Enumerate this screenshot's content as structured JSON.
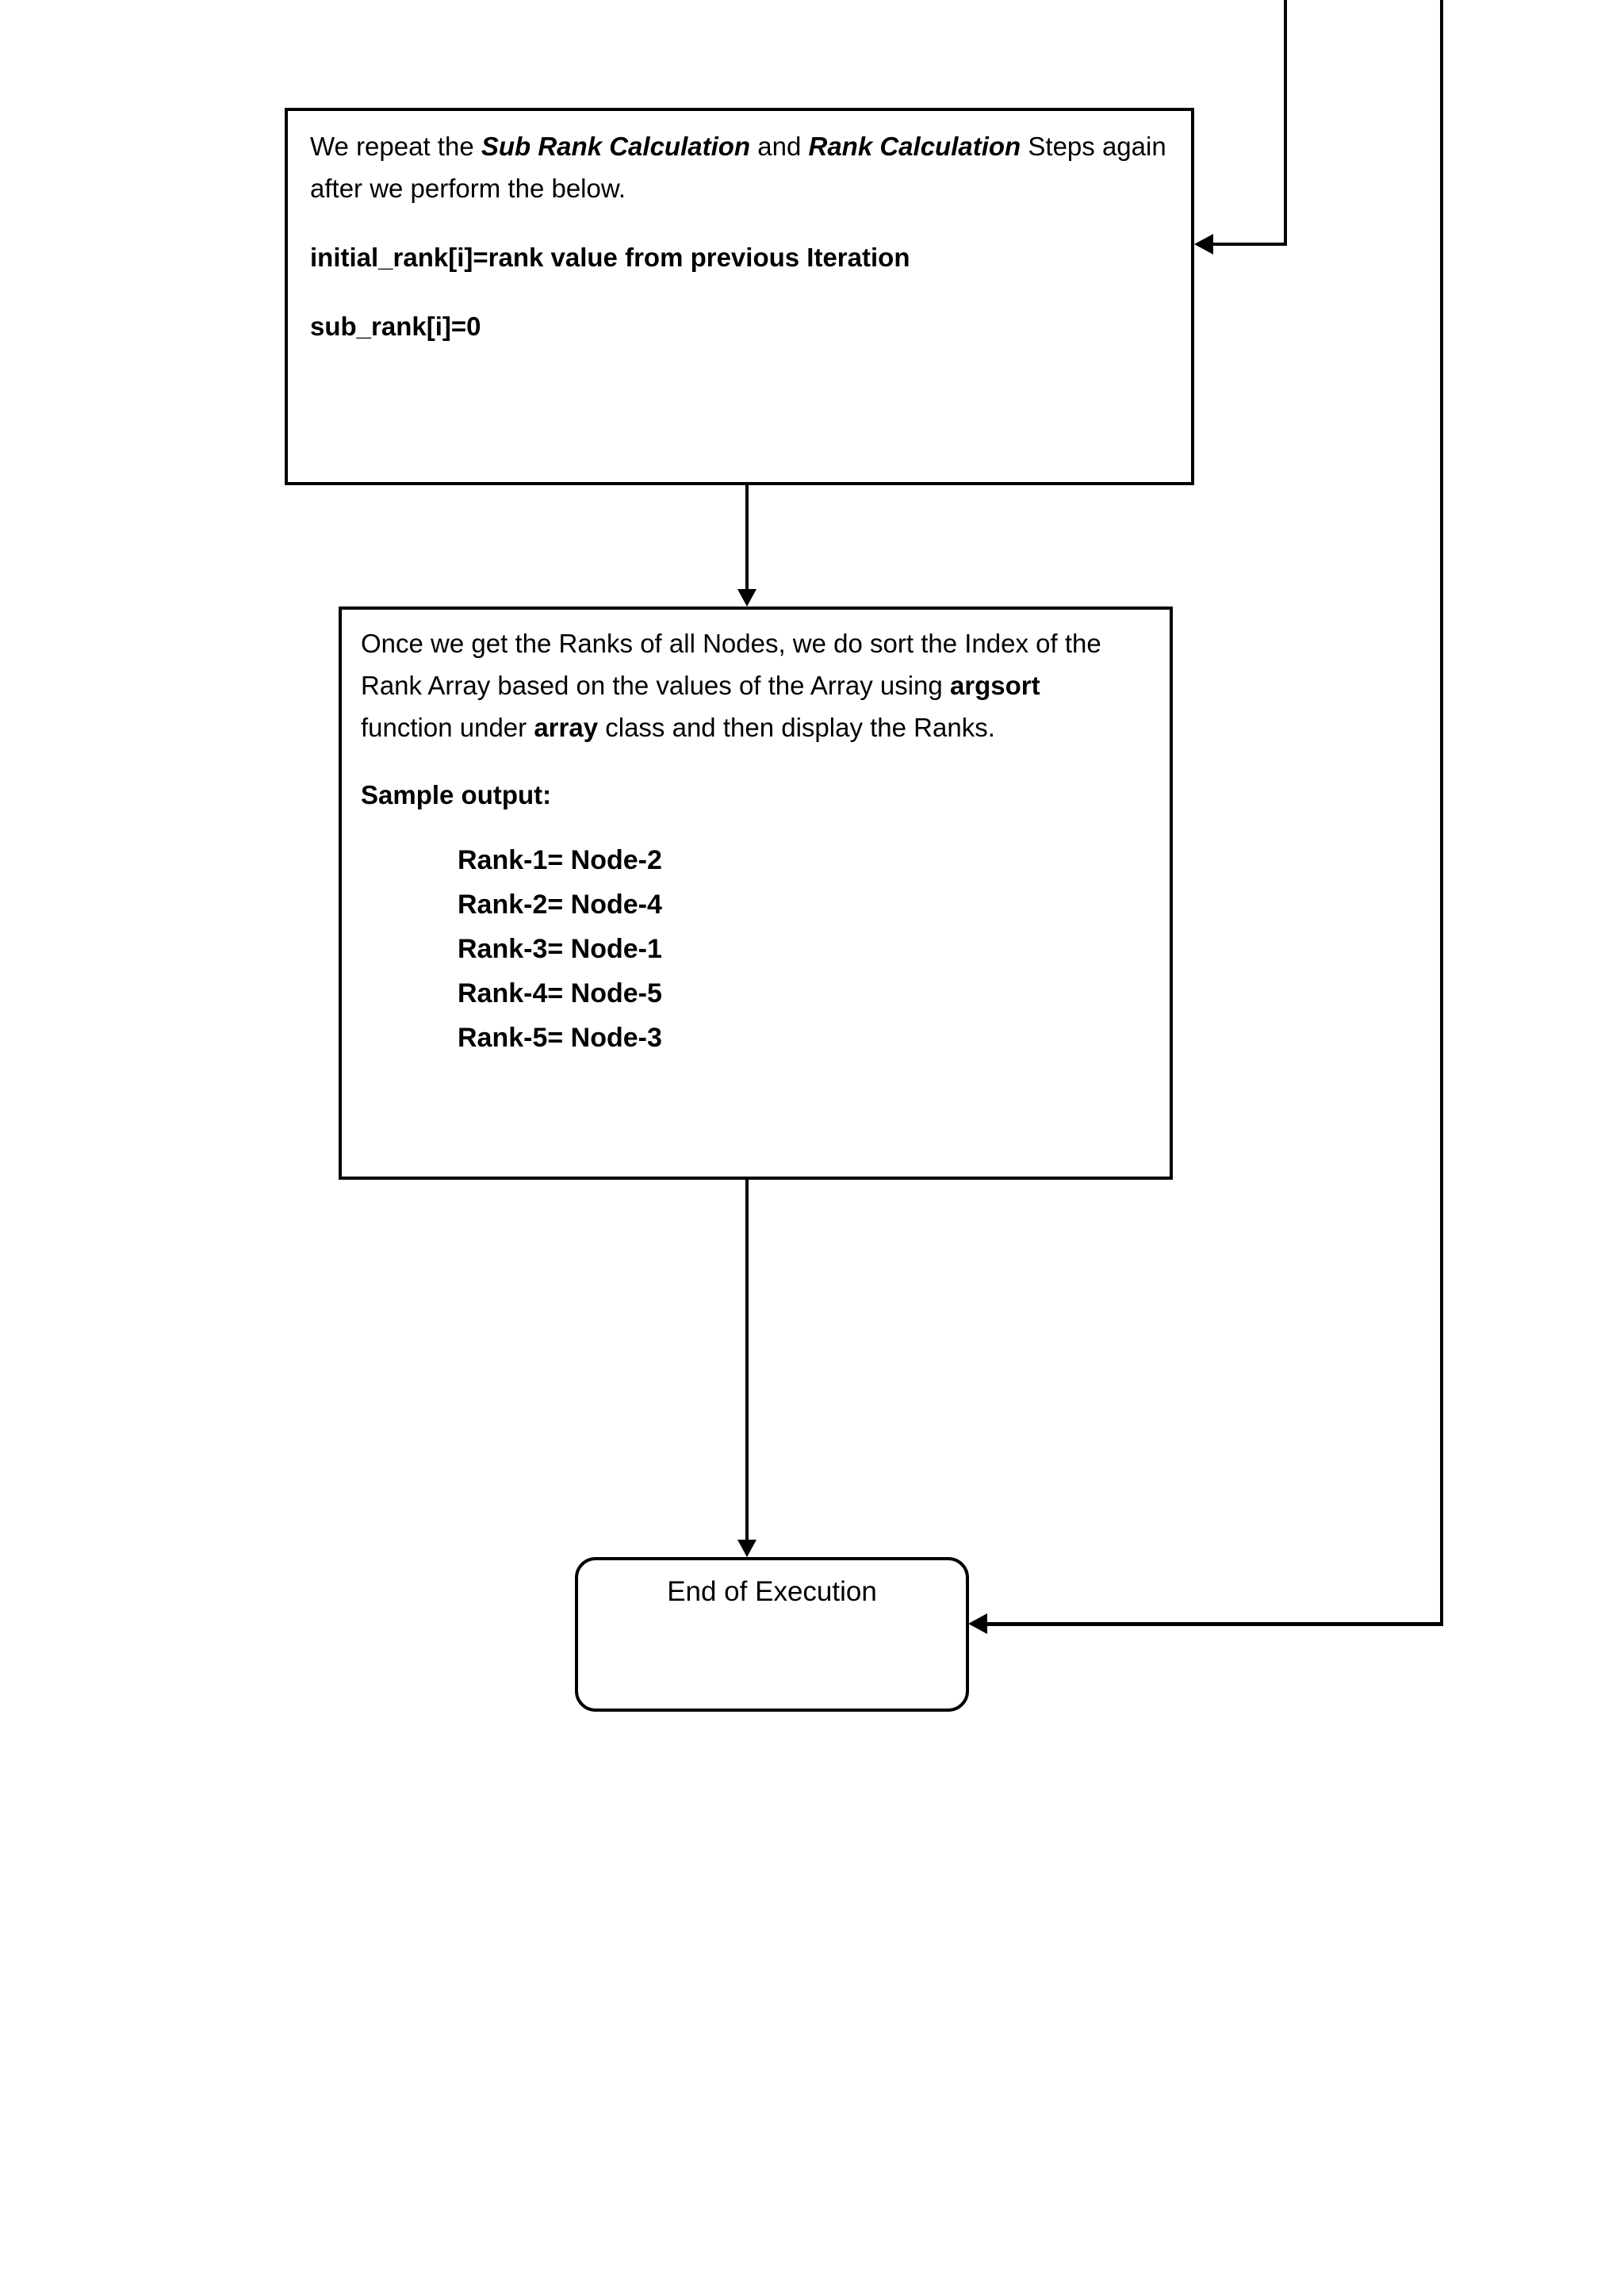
{
  "page": {
    "background_color": "#ffffff",
    "ink_color": "#000000"
  },
  "flowchart": {
    "iteration_box": {
      "line1_pre": "We repeat the ",
      "line1_emph1": "Sub Rank Calculation",
      "line1_mid": " and ",
      "line1_emph2": "Rank Calculation",
      "line1_tail": " Steps again",
      "line2": "after we perform the below.",
      "formula1": "initial_rank[i]=rank value from previous Iteration",
      "formula2": "sub_rank[i]=0"
    },
    "argsort_box": {
      "para_line1": "Once we get the Ranks of all Nodes, we do sort the Index of the",
      "para_line2_pre": "Rank Array based on the values of the Array using ",
      "para_line2_bold": "argsort",
      "para_line3_pre": "function under ",
      "para_line3_bold": "array",
      "para_line3_tail": " class and then display the Ranks.",
      "sample_output_label": "Sample output:",
      "ranks": [
        "Rank-1= Node-2",
        "Rank-2= Node-4",
        "Rank-3= Node-1",
        "Rank-4= Node-5",
        "Rank-5= Node-3"
      ]
    },
    "end_box": {
      "label": "End of Execution"
    }
  }
}
